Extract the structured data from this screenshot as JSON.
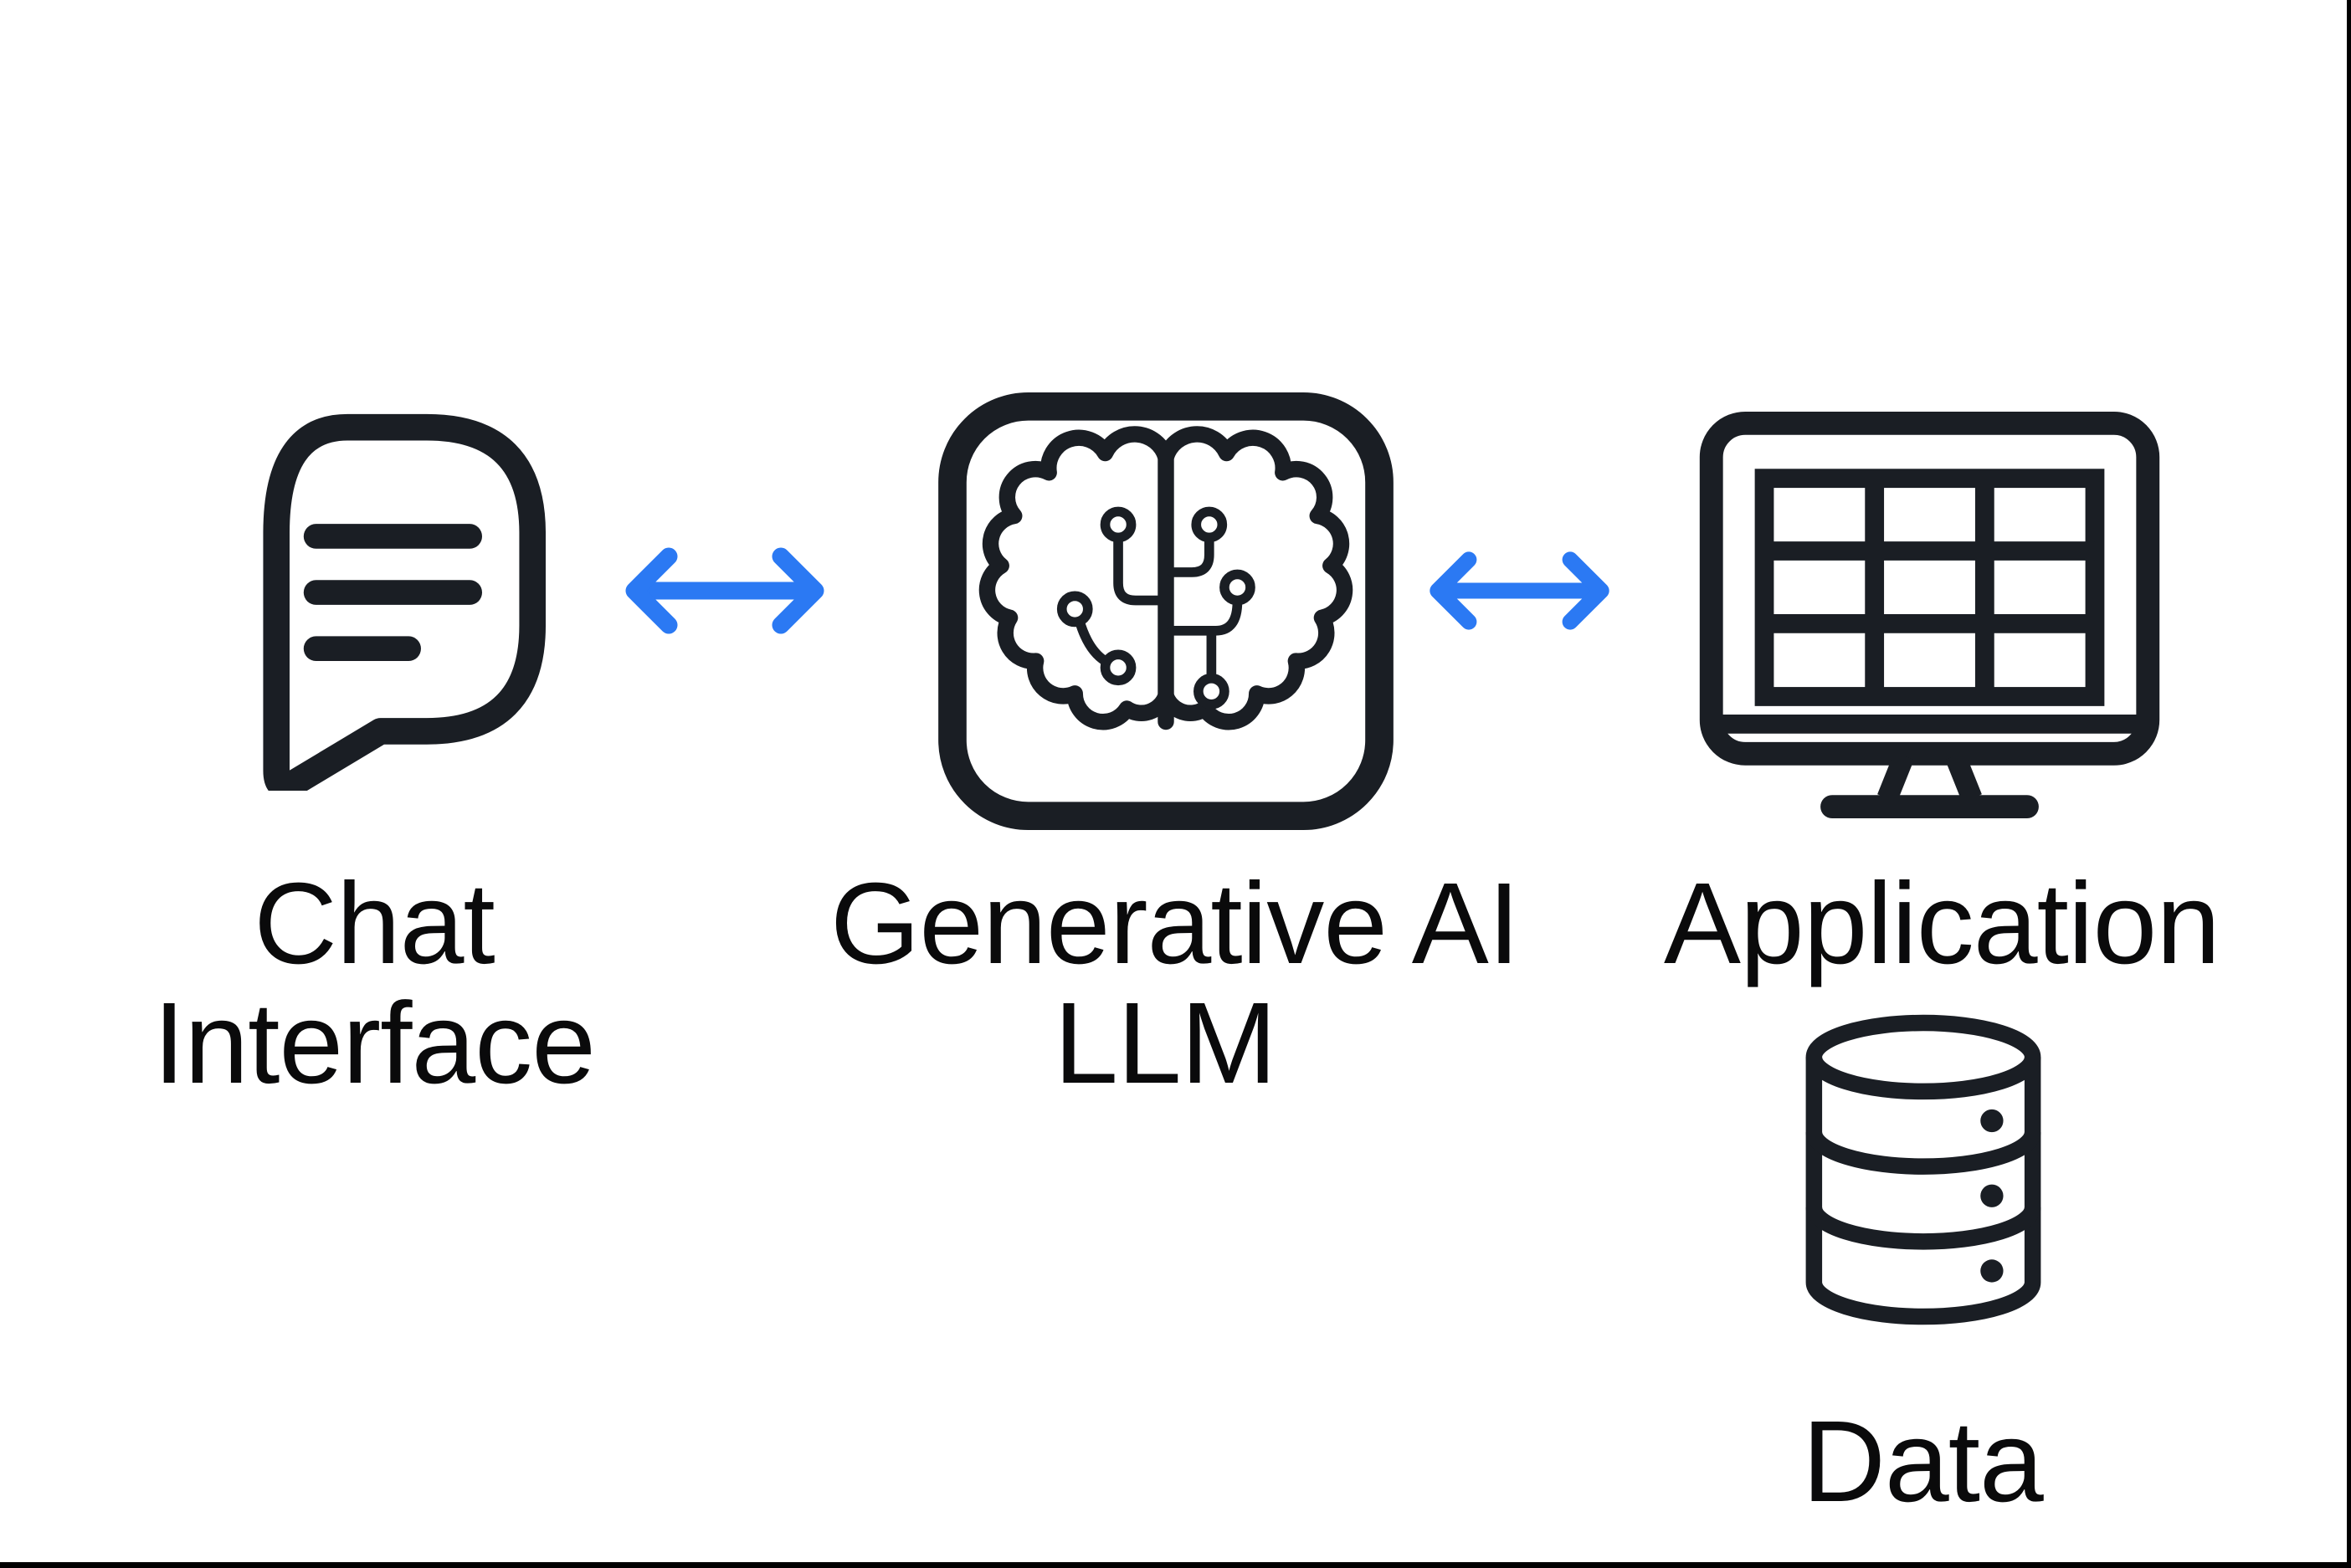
{
  "page": {
    "background": "#ffffff",
    "edge_artifact_color": "#000000"
  },
  "colors": {
    "icon_stroke": "#1a1e24",
    "arrow_blue": "#2b79f3",
    "label_text": "#0a0a0b"
  },
  "diagram": {
    "nodes": [
      {
        "id": "chat-interface",
        "icon": "chat-bubble-icon",
        "line1": "Chat",
        "line2": "Interface"
      },
      {
        "id": "generative-ai-llm",
        "icon": "ai-brain-icon",
        "line1": "Generative AI",
        "line2": "LLM"
      },
      {
        "id": "application",
        "icon": "monitor-table-icon",
        "line1": "Application"
      },
      {
        "id": "data",
        "icon": "database-icon",
        "line1": "Data"
      }
    ],
    "connections": [
      {
        "from": "chat-interface",
        "to": "generative-ai-llm",
        "type": "bidirectional-arrow"
      },
      {
        "from": "generative-ai-llm",
        "to": "application",
        "type": "bidirectional-arrow"
      }
    ]
  }
}
